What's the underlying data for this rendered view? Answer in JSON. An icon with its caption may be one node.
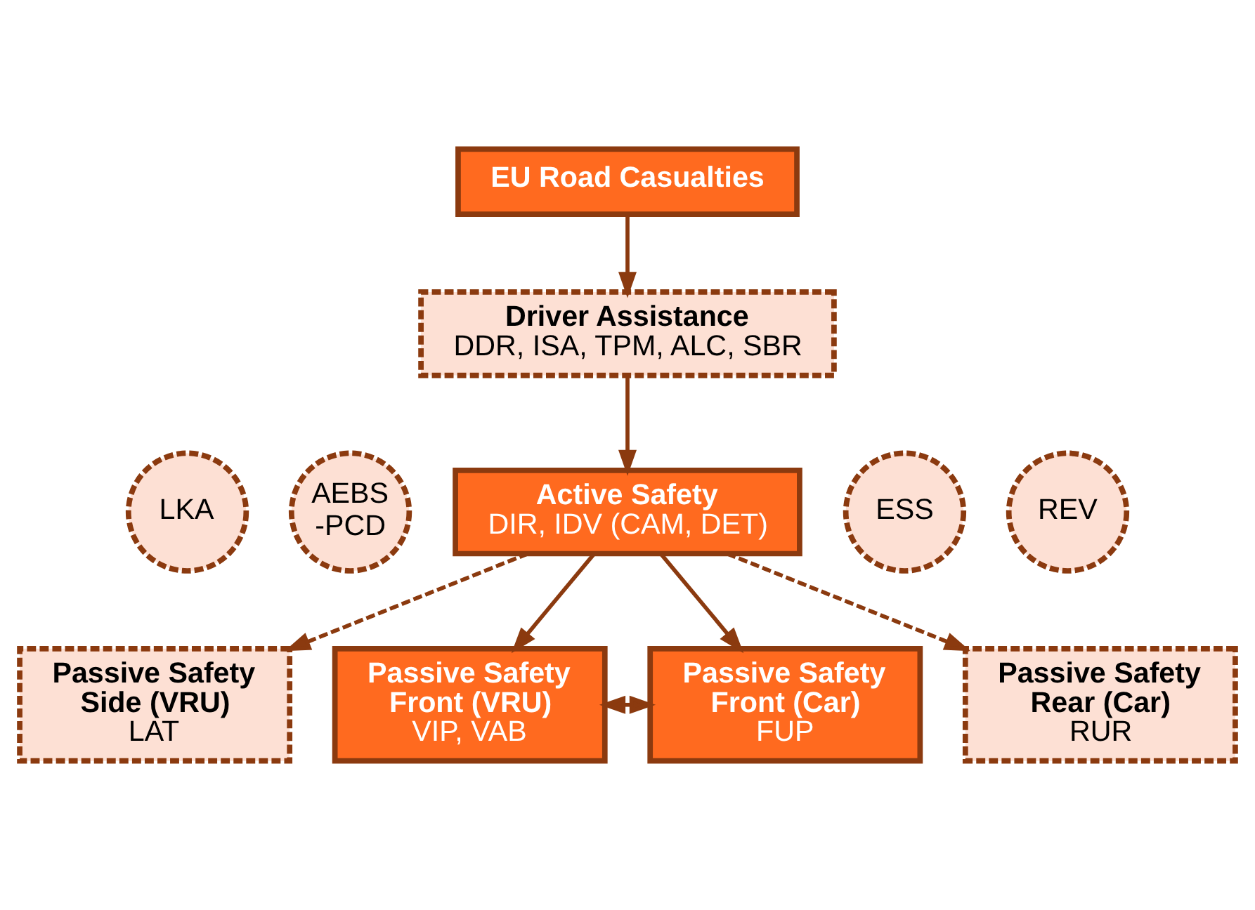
{
  "diagram": {
    "nodes": [
      {
        "text": [
          "EU Road Casualties"
        ]
      },
      {
        "text": [
          "Driver Assistance",
          "DDR, ISA, TPM, ALC, SBR"
        ]
      },
      {
        "text": [
          "LKA"
        ]
      },
      {
        "text": [
          "AEBS -PCD"
        ]
      },
      {
        "text": [
          "Active Safety",
          "DIR, IDV (CAM, DET)"
        ]
      },
      {
        "text": [
          "ESS"
        ]
      },
      {
        "text": [
          "REV"
        ]
      },
      {
        "text": [
          "Passive Safety Side (VRU)",
          "LAT"
        ]
      },
      {
        "text": [
          "Passive Safety Front (VRU)",
          "VIP, VAB"
        ]
      },
      {
        "text": [
          "Passive Safety Front (Car)",
          "FUP"
        ]
      },
      {
        "text": [
          "Passive Safety Rear (Car)",
          "RUR"
        ]
      }
    ],
    "edges": [
      {
        "from": 0,
        "to": 1,
        "arrow": "to"
      },
      {
        "from": 1,
        "to": 4,
        "arrow": "to"
      },
      {
        "from": 4,
        "to": 7,
        "arrow": "to",
        "style": "dashed"
      },
      {
        "from": 4,
        "to": 8,
        "arrow": "to"
      },
      {
        "from": 4,
        "to": 9,
        "arrow": "to"
      },
      {
        "from": 4,
        "to": 10,
        "arrow": "to",
        "style": "dashed"
      },
      {
        "from": 8,
        "to": 9,
        "arrow": "both",
        "style": "dashed"
      }
    ]
  }
}
